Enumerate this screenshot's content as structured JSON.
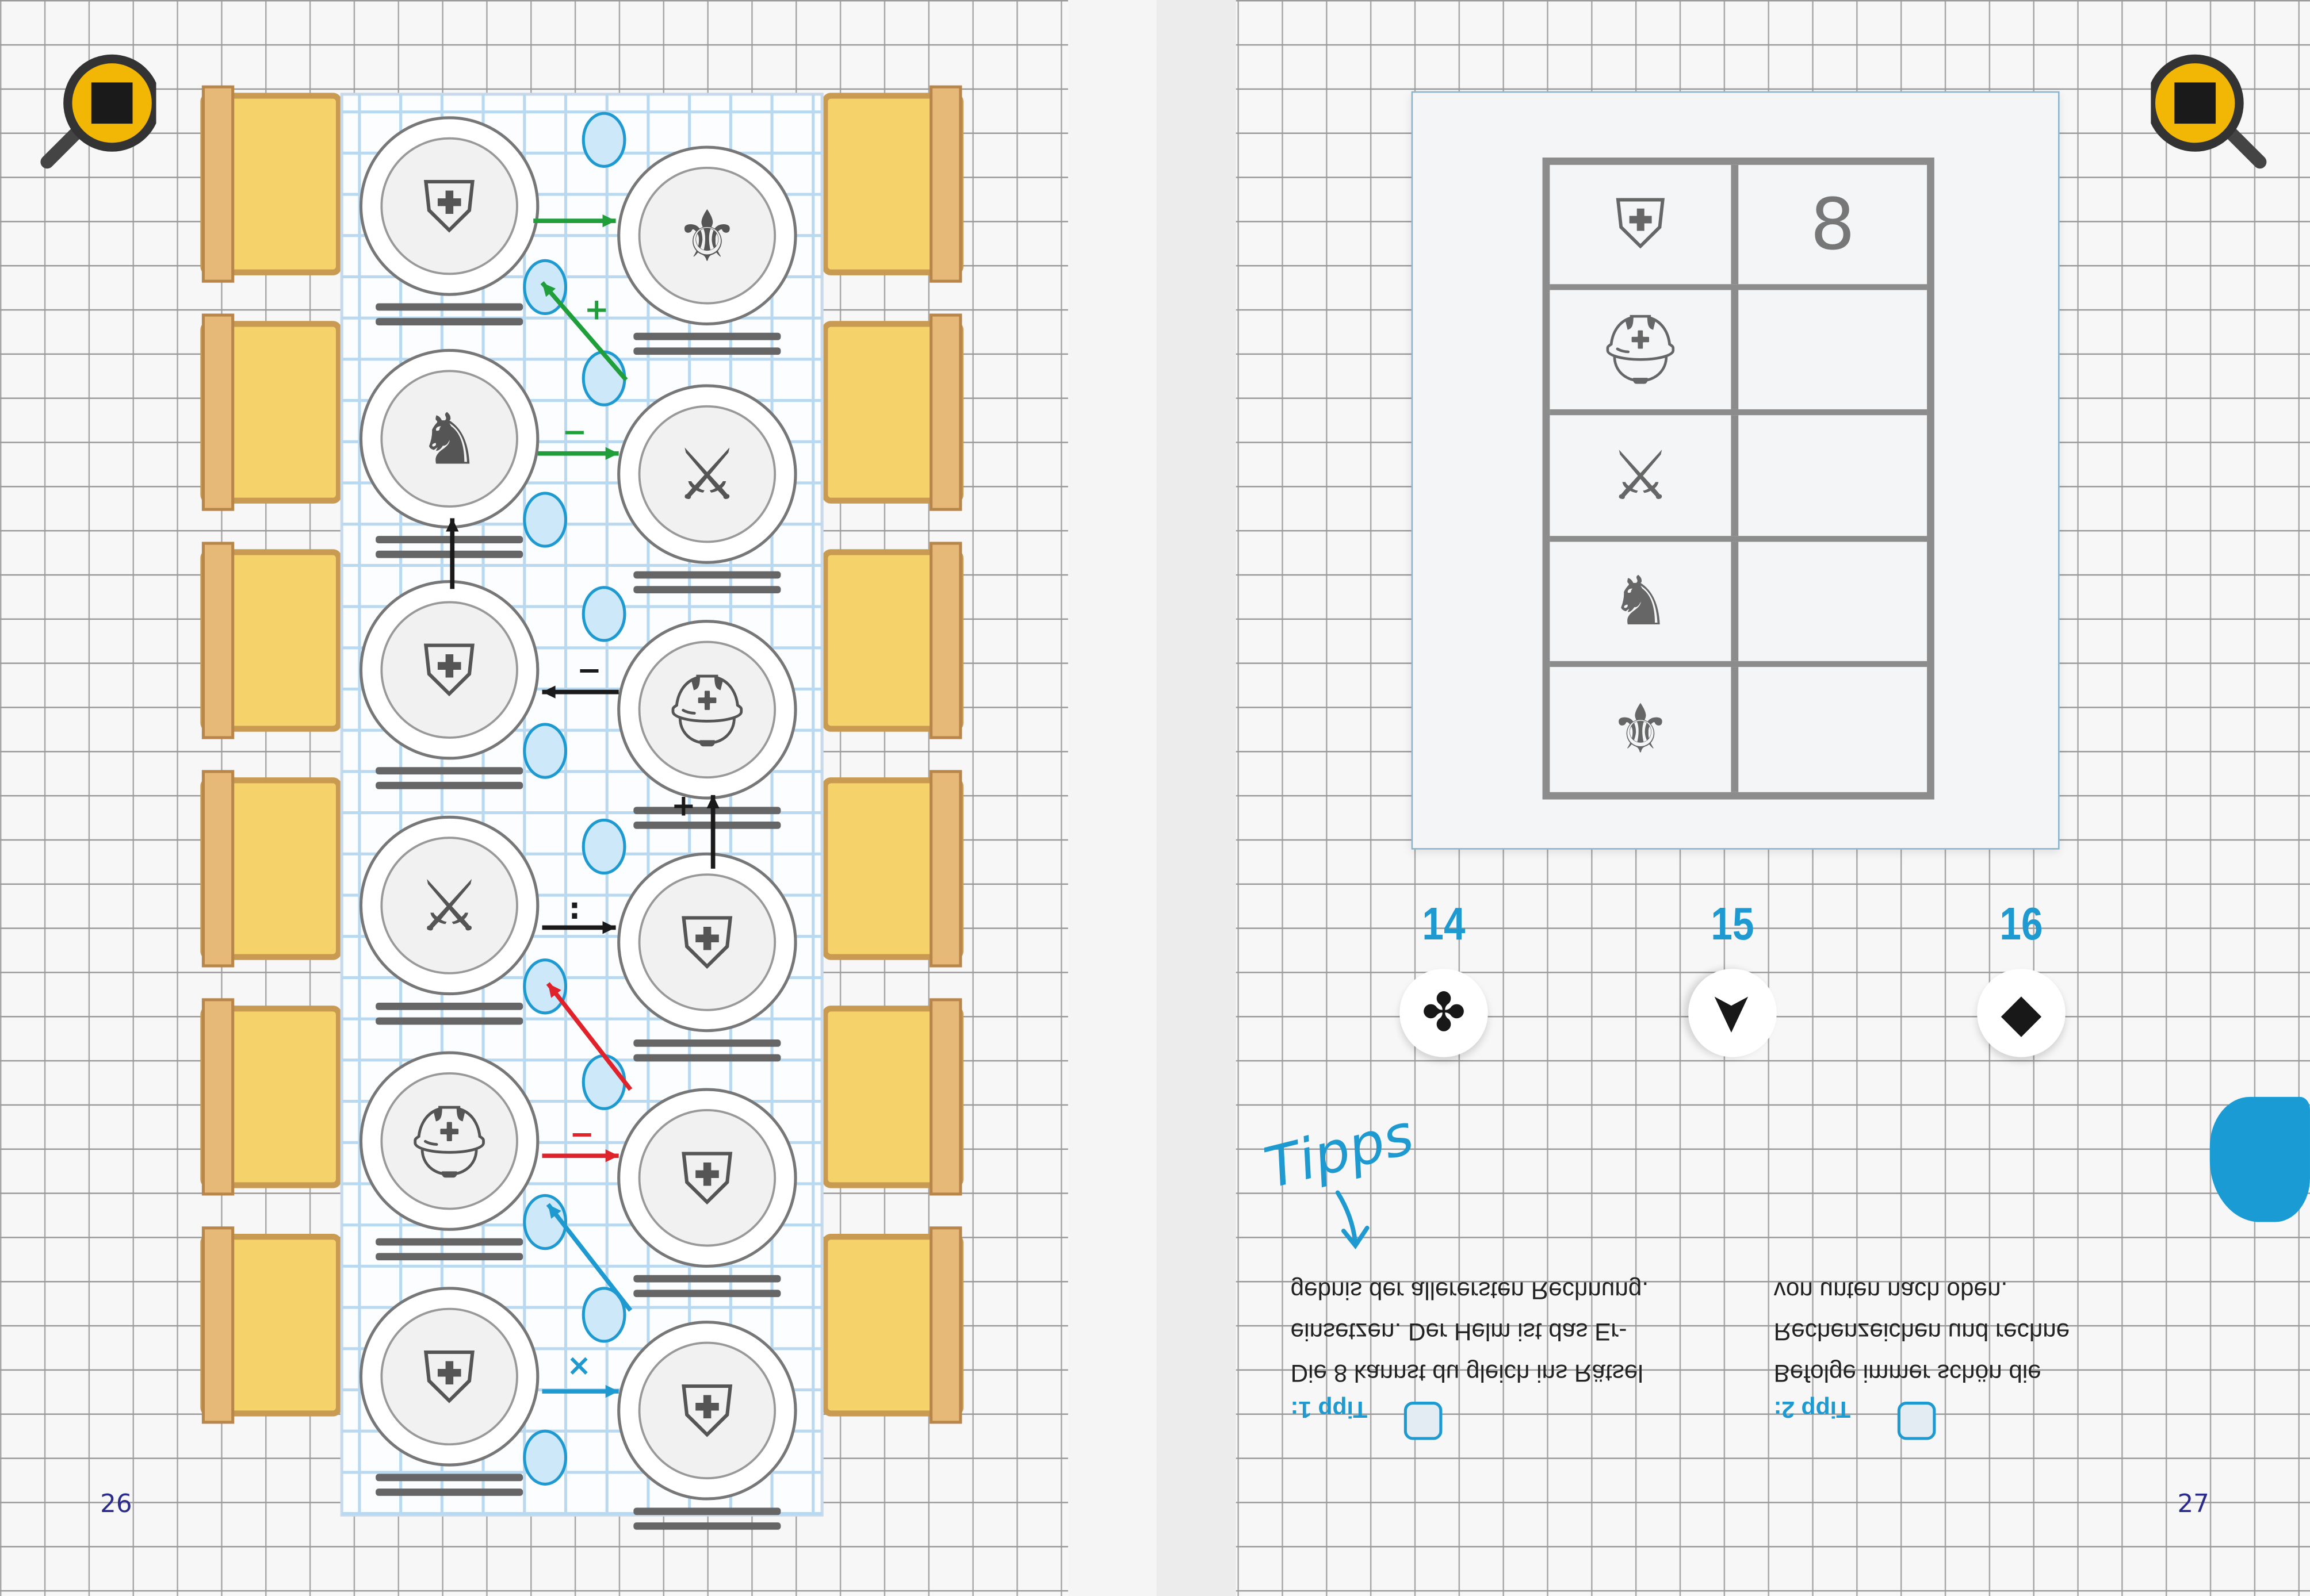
{
  "left_page": {
    "page_number": "26",
    "plates_left": [
      "shield",
      "horse",
      "shield",
      "axes",
      "helmet",
      "shield"
    ],
    "plates_right": [
      "fleur-de-lis",
      "axes",
      "helmet",
      "shield",
      "shield",
      "shield"
    ],
    "operators": [
      "+",
      "−",
      "−",
      "+",
      ":",
      "−",
      "×"
    ],
    "colors": {
      "green": "#1f9e3a",
      "black": "#1a1a1a",
      "red": "#e0222a",
      "blue": "#1e9ad0"
    }
  },
  "right_page": {
    "page_number": "27",
    "note_table": [
      {
        "icon": "shield",
        "value": "8"
      },
      {
        "icon": "helmet",
        "value": ""
      },
      {
        "icon": "axes",
        "value": ""
      },
      {
        "icon": "horse",
        "value": ""
      },
      {
        "icon": "fleur-de-lis",
        "value": ""
      }
    ],
    "choices": [
      {
        "number": "14",
        "symbol": "✤",
        "icon": "quatrefoil-icon"
      },
      {
        "number": "15",
        "symbol": "➤",
        "icon": "arrowhead-icon"
      },
      {
        "number": "16",
        "symbol": "◆",
        "icon": "diamond-icon"
      }
    ],
    "tips_title": "Tipps",
    "tips": [
      {
        "label": "Tipp 1:",
        "lines": [
          "Die 8 kannst du gleich ins Rätsel",
          "einsetzen. Der Helm ist das Er-",
          "gebnis der allerersten Rechnung."
        ]
      },
      {
        "label": "Tipp 2:",
        "lines": [
          "Befolge immer schön die",
          "Rechenzeichen und rechne",
          "von unten nach oben."
        ]
      }
    ]
  }
}
